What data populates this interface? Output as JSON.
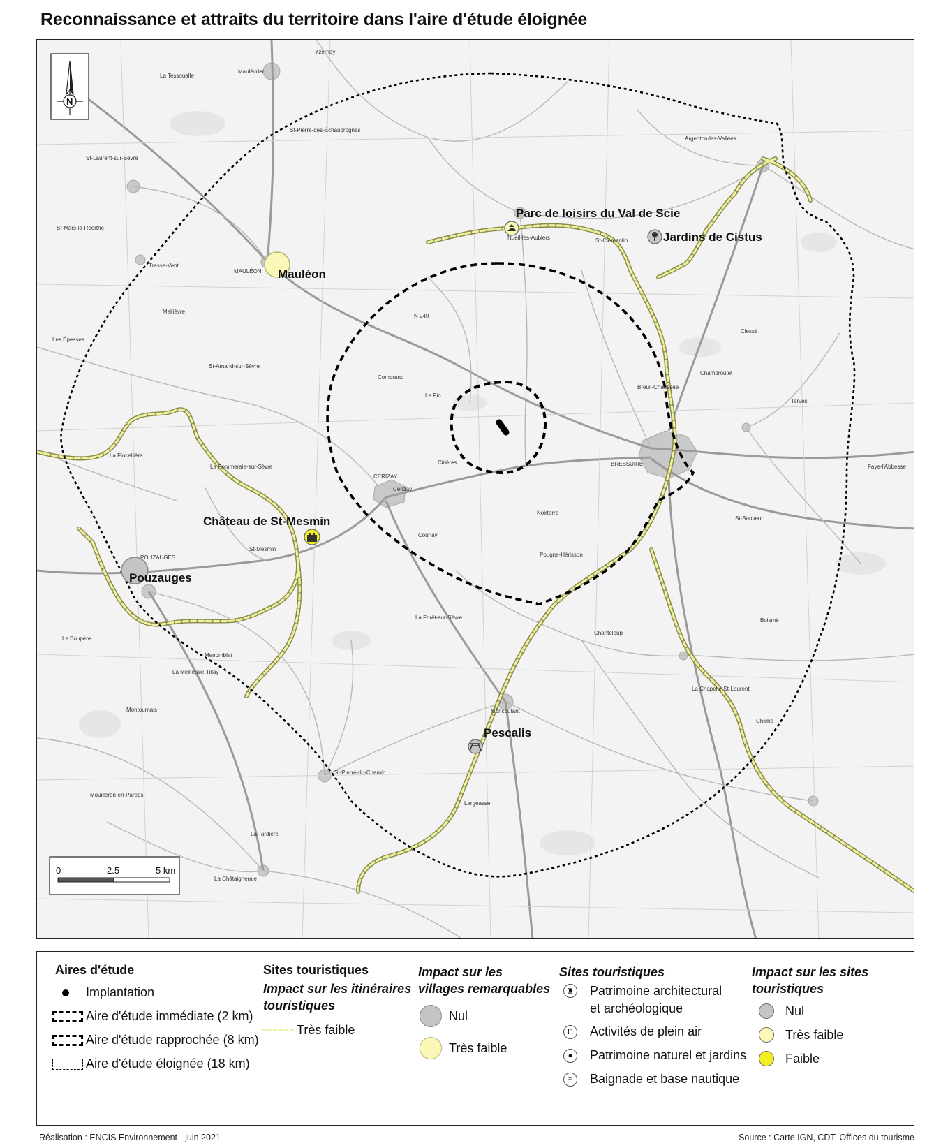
{
  "title": "Reconnaissance et attraits du territoire dans l'aire d'étude éloignée",
  "map": {
    "north_label": "N",
    "scale": {
      "ticks": [
        "0",
        "2.5",
        "5 km"
      ]
    },
    "places": [
      {
        "name": "Mauléon",
        "impact": "Très faible"
      },
      {
        "name": "Pouzauges",
        "impact": "Nul"
      }
    ],
    "sites": [
      {
        "name": "Parc de loisirs du Val de Scie",
        "type": "Baignade et base nautique",
        "impact": "Très faible"
      },
      {
        "name": "Jardins de Cistus",
        "type": "Patrimoine naturel et jardins",
        "impact": "Nul"
      },
      {
        "name": "Château de St-Mesmin",
        "type": "Patrimoine architectural et archéologique",
        "impact": "Faible"
      },
      {
        "name": "Pescalis",
        "type": "Activités de plein air",
        "impact": "Nul"
      }
    ],
    "basemap_labels": [
      "Maulévrier",
      "Yzernay",
      "St-Laurent-sur-Sèvre",
      "St-Pierre-des-Échaubrognes",
      "La Tessoualle",
      "Les Épesses",
      "St-Mars-la-Réorthe",
      "Tresse-Vent",
      "St-Amand-sur-Sèvre",
      "La Flocellière",
      "La Pommeraie-sur-Sèvre",
      "MAULÉON",
      "Combrand",
      "Le Pin",
      "Cirières",
      "Cerizay",
      "BRESSUIRE",
      "CERIZAY",
      "POUZAUGES",
      "St-Mesmin",
      "La Forêt-sur-Sèvre",
      "Moncoutant",
      "St-Pierre-du-Chemin",
      "Chanteloup",
      "Boismé",
      "La Chapelle-St-Laurent",
      "Argenton-les-Vallées",
      "Faye-l'Abbesse",
      "Le Boupère",
      "Mouilleron-en-Pareds",
      "La Tardière",
      "La Châtaigneraie",
      "La Meilleraie-Tillay",
      "Menomblet",
      "Montournais",
      "Clessé",
      "Chiché",
      "Nueil-les-Aubiers",
      "St-Clémentin",
      "N 249",
      "Mallièvre",
      "Largeasse",
      "Pougne-Hérisson",
      "Terves",
      "St-Sauveur",
      "Courlay",
      "Breuil-Chaussée",
      "Chambroutet",
      "Noirterre"
    ]
  },
  "legend": {
    "aires": {
      "heading": "Aires d'étude",
      "items": [
        "Implantation",
        "Aire d'étude immédiate (2 km)",
        "Aire d'étude rapprochée (8 km)",
        "Aire d'étude éloignée (18 km)"
      ]
    },
    "itineraires": {
      "heading": "Sites touristiques",
      "subheading_line1": "Impact sur les itinéraires",
      "subheading_line2": "touristiques",
      "items": [
        "Très faible"
      ]
    },
    "villages": {
      "heading_line1": "Impact sur les",
      "heading_line2": "villages remarquables",
      "items": [
        "Nul",
        "Très faible"
      ]
    },
    "site_types": {
      "heading": "Sites touristiques",
      "items": [
        {
          "line1": "Patrimoine architectural",
          "line2": "et archéologique"
        },
        {
          "line1": "Activités de plein air"
        },
        {
          "line1": "Patrimoine naturel et jardins"
        },
        {
          "line1": "Baignade et base nautique"
        }
      ]
    },
    "impact_sites": {
      "heading_line1": "Impact sur les sites",
      "heading_line2": "touristiques",
      "items": [
        "Nul",
        "Très faible",
        "Faible"
      ]
    }
  },
  "footer": {
    "left": "Réalisation : ENCIS Environnement - juin 2021",
    "right": "Source : Carte IGN, CDT, Offices du tourisme"
  },
  "colors": {
    "impact_nul": "#c4c4c4",
    "impact_tres_faible": "#fbf7b8",
    "impact_faible": "#f2ee22",
    "itineraire": "#eef0a2",
    "boundary": "#000000"
  }
}
